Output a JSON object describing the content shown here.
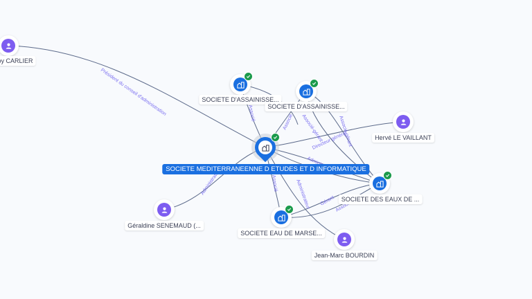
{
  "graph": {
    "center": {
      "name": "SOCIETE MEDITERRANEENNE D ETUDES ET D INFORMATIQUE",
      "type": "company",
      "verified": true
    },
    "nodes": [
      {
        "id": "carlier",
        "name": "oy CARLIER",
        "type": "person"
      },
      {
        "id": "assain1",
        "name": "SOCIETE D'ASSAINISSE...",
        "type": "company",
        "verified": true
      },
      {
        "id": "assain2",
        "name": "SOCIETE D'ASSAINISSE...",
        "type": "company",
        "verified": true
      },
      {
        "id": "vaillant",
        "name": "Hervé LE VAILLANT",
        "type": "person"
      },
      {
        "id": "eaux",
        "name": "SOCIETE DES EAUX DE ...",
        "type": "company",
        "verified": true
      },
      {
        "id": "senemaud",
        "name": "Géraldine SENEMAUD (...",
        "type": "person"
      },
      {
        "id": "marse",
        "name": "SOCIETE EAU DE MARSE...",
        "type": "company",
        "verified": true
      },
      {
        "id": "bourdin",
        "name": "Jean-Marc BOURDIN",
        "type": "person"
      }
    ],
    "edges": [
      {
        "from": "carlier",
        "to": "center",
        "label": "Président du conseil d'administration"
      },
      {
        "from": "assain1",
        "to": "center",
        "label": "Associé"
      },
      {
        "from": "assain2",
        "to": "center",
        "label": "Associé"
      },
      {
        "from": "assain2",
        "to": "eaux",
        "label": "Associé-gérant"
      },
      {
        "from": "assain2",
        "to": "eaux",
        "label": "Associé-gérant"
      },
      {
        "from": "vaillant",
        "to": "center",
        "label": "Directeur général"
      },
      {
        "from": "center",
        "to": "eaux",
        "label": "Administrateur"
      },
      {
        "from": "senemaud",
        "to": "center",
        "label": "Administrateur"
      },
      {
        "from": "center",
        "to": "marse",
        "label": "Associé"
      },
      {
        "from": "center",
        "to": "bourdin",
        "label": "Administrateur"
      },
      {
        "from": "marse",
        "to": "eaux",
        "label": "Gérant"
      },
      {
        "from": "marse",
        "to": "eaux",
        "label": "Associé"
      }
    ]
  },
  "colors": {
    "company": "#1a6fe0",
    "person": "#7d5cf0",
    "verified": "#1b9a4c",
    "edge_label": "#7b6ff0"
  }
}
